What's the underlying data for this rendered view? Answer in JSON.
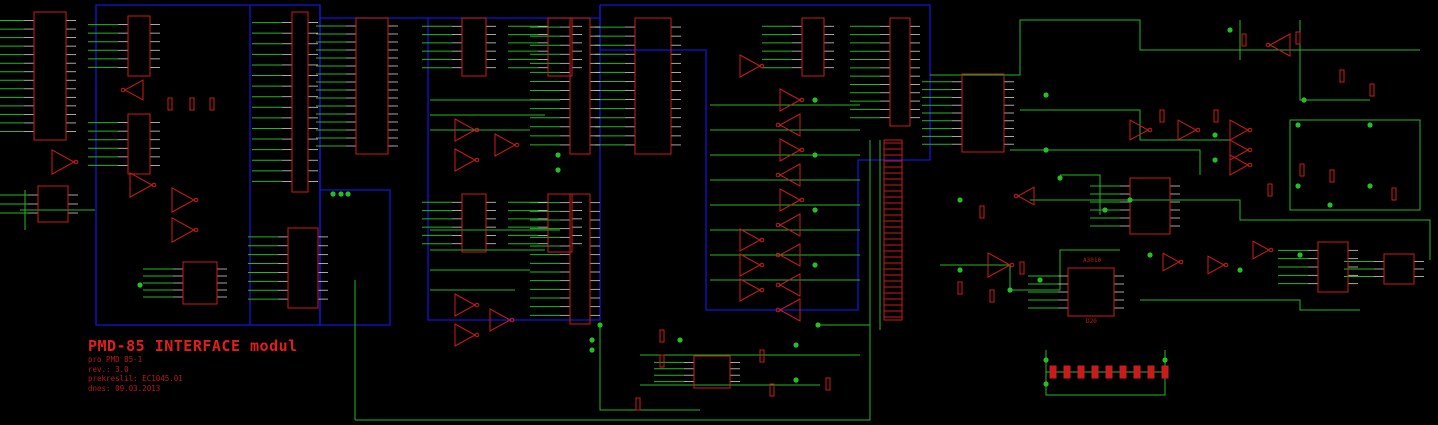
{
  "title_block": {
    "title": "PMD-85 INTERFACE modul",
    "line1": "pro PMD 85-1",
    "line2": "rev.: 3.0",
    "line3": "prekreslil: EC1045.01",
    "line4": "dnes: 09.03.2013"
  },
  "parts": {
    "a3010": "A3010",
    "d20": "D20"
  },
  "colors": {
    "background": "#000000",
    "wire": "#22b822",
    "bus": "#1010d0",
    "component": "#c81c1c",
    "pin": "#cfcfcf",
    "junction": "#22c022"
  }
}
